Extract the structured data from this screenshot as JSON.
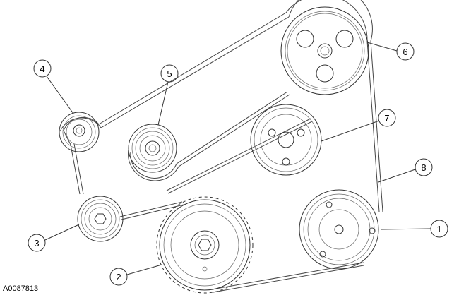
{
  "figure_id": "A0087813",
  "callouts": [
    {
      "number": "1",
      "target": "pulley-1"
    },
    {
      "number": "2",
      "target": "pulley-2"
    },
    {
      "number": "3",
      "target": "pulley-3"
    },
    {
      "number": "4",
      "target": "pulley-4"
    },
    {
      "number": "5",
      "target": "pulley-5"
    },
    {
      "number": "6",
      "target": "pulley-6"
    },
    {
      "number": "7",
      "target": "pulley-7"
    },
    {
      "number": "8",
      "target": "drive-belt"
    }
  ]
}
